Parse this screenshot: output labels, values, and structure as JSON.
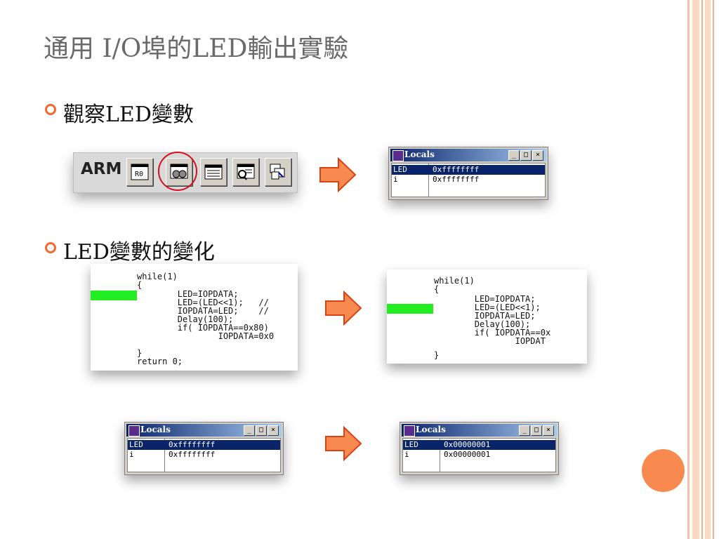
{
  "slide": {
    "title": "通用 I/O埠的LED輸出實驗",
    "bullet1": "觀察LED變數",
    "bullet2": " LED變數的變化"
  },
  "colors": {
    "accent": "#f36a2d",
    "arrow_fill": "#f8894f",
    "arrow_stroke": "#d84315",
    "marker": "#22ee22",
    "title_bar": "#0a246a"
  },
  "toolbar": {
    "label": "ARM",
    "buttons": [
      {
        "icon": "registers-icon",
        "label": "R0"
      },
      {
        "icon": "watch-icon",
        "label": ""
      },
      {
        "icon": "memory-icon",
        "label": ""
      },
      {
        "icon": "disassembly-icon",
        "label": ""
      },
      {
        "icon": "call-stack-icon",
        "label": ""
      }
    ]
  },
  "windows": {
    "top": {
      "title": "Locals",
      "controls": [
        "_",
        "□",
        "×"
      ],
      "rows": [
        {
          "name": "LED",
          "value": "0xffffffff"
        },
        {
          "name": "i",
          "value": "0xffffffff"
        }
      ]
    },
    "bottom_left": {
      "title": "Locals",
      "controls": [
        "_",
        "□",
        "×"
      ],
      "rows": [
        {
          "name": "LED",
          "value": "0xffffffff"
        },
        {
          "name": "i",
          "value": "0xffffffff"
        }
      ]
    },
    "bottom_right": {
      "title": "Locals",
      "controls": [
        "_",
        "□",
        "×"
      ],
      "rows": [
        {
          "name": "LED",
          "value": "0x00000001"
        },
        {
          "name": "i",
          "value": "0x00000001"
        }
      ]
    }
  },
  "code_left": {
    "lines": [
      "while(1)",
      "{",
      "        LED=IOPDATA;",
      "        LED=(LED<<1);   //",
      "        IOPDATA=LED;    //",
      "        Delay(100);",
      "        if( IOPDATA==0x80)",
      "                IOPDATA=0x0",
      "}",
      "return 0;"
    ]
  },
  "code_right": {
    "lines": [
      "while(1)",
      "{",
      "        LED=IOPDATA;",
      "        LED=(LED<<1);",
      "        IOPDATA=LED;",
      "        Delay(100);",
      "        if( IOPDATA==0x",
      "                IOPDAT",
      "}"
    ]
  }
}
